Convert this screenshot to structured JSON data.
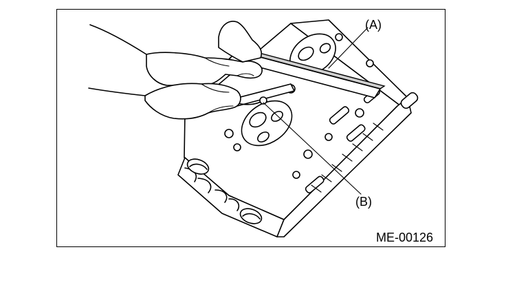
{
  "figure": {
    "callout_a": "(A)",
    "callout_b": "(B)",
    "figure_id": "ME-00126"
  }
}
